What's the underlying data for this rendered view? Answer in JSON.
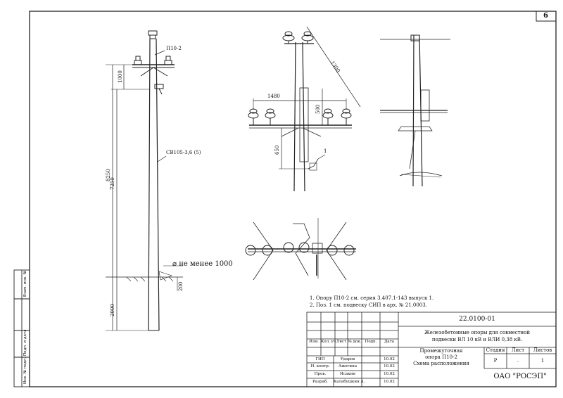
{
  "sheet": {
    "page_number": "6",
    "left_stamp": [
      "Инв. № подл.",
      "Подп. и дата",
      "Взам. инв. №"
    ]
  },
  "pole_side": {
    "pole_label": "П10-2",
    "post_label": "СВ105-3,6 (5)",
    "dim_top": "1000",
    "dim_total": "8250",
    "dim_above": "7250",
    "dim_below": "2000",
    "dim_base": "200",
    "burial_note": "⌀ не менее 1000"
  },
  "front_view": {
    "dim_diag": "1300",
    "dim_width": "1480",
    "dim_vert_1": "500",
    "dim_vert_2": "650",
    "callout": "1"
  },
  "notes": [
    "1. Опору П10-2 см. серия 3.407.1-143 выпуск 1.",
    "2. Поз. 1 см. подвеску СИП в арх. № 21.0003."
  ],
  "title_block": {
    "doc_number": "22.0100-01",
    "project_line1": "Железобетонные опоры для совместной",
    "project_line2": "подвески ВЛ 10 кВ и ВЛИ 0,38 кВ.",
    "drawing_title": [
      "Промежуточная",
      "опора П10-2",
      "Схема расположения"
    ],
    "headers": [
      "Изм.",
      "Кол. уч.",
      "Лист",
      "№ док.",
      "Подп.",
      "Дата"
    ],
    "stage_header": "Стадия",
    "sheet_header": "Лист",
    "sheets_header": "Листов",
    "stage_value": "Р",
    "sheet_value": ".",
    "sheets_value": "1",
    "organization": "ОАО \"РОСЭП\"",
    "roles": [
      {
        "role": "ГИП",
        "name": "Ударов",
        "date": "10.02"
      },
      {
        "role": "Н. контр.",
        "name": "Ажогина",
        "date": "10.02"
      },
      {
        "role": "Пров.",
        "name": "Исакин",
        "date": "10.02"
      },
      {
        "role": "Разраб.",
        "name": "Калабушкин А.",
        "date": "10.02"
      }
    ]
  }
}
